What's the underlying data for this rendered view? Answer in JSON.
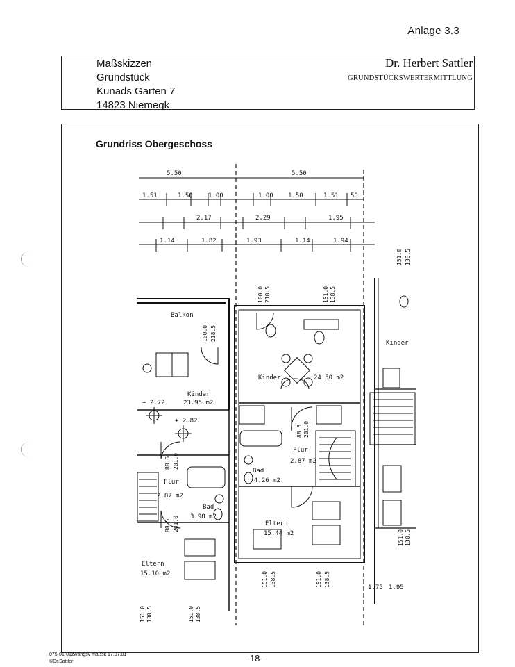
{
  "header": {
    "annex": "Anlage 3.3",
    "title": "Maßskizzen",
    "property_label": "Grundstück",
    "street": "Kunads Garten 7",
    "city": "14823 Niemegk",
    "author": "Dr. Herbert Sattler",
    "author_subtitle": "GRUNDSTÜCKSWERTERMITTLUNG"
  },
  "plan": {
    "title": "Grundriss Obergeschoss",
    "dimensions_row1": [
      "5.50",
      "5.50"
    ],
    "dimensions_row2": [
      "1.51",
      "1.50",
      "1.00",
      "1.00",
      "1.50",
      "1.51",
      "50"
    ],
    "dimensions_row3": [
      "2.17",
      "2.29",
      "1.95"
    ],
    "dimensions_row4": [
      "1.14",
      "1.82",
      "1.93",
      "1.14",
      "1.94"
    ],
    "rooms": {
      "balkon": "Balkon",
      "kinder_left": "Kinder",
      "kinder_left_area": "23.95 m2",
      "kinder_center": "Kinder",
      "kinder_center_area": "24.50 m2",
      "kinder_right": "Kinder",
      "flur_left": "Flur",
      "flur_left_area": "2.87 m2",
      "bad_left": "Bad",
      "bad_left_area": "3.98 m2",
      "flur_center": "Flur",
      "flur_center_area": "2.87 m2",
      "bad_center": "Bad",
      "bad_center_area": "4.26 m2",
      "eltern_left": "Eltern",
      "eltern_left_area": "15.10 m2",
      "eltern_center": "Eltern",
      "eltern_center_area": "15.44 m2"
    },
    "levels": [
      "+ 2.72",
      "+ 2.82"
    ],
    "window_labels": [
      "151.0",
      "138.5",
      "100.0",
      "218.5",
      "88.5",
      "201.0"
    ],
    "side_dims": [
      "1.75",
      "1.95"
    ]
  },
  "footer": {
    "file_ref": "075-01-01zwangsv maßsk 17.07.01",
    "copyright": "©Dr.Sattler",
    "page": "- 18 -"
  }
}
